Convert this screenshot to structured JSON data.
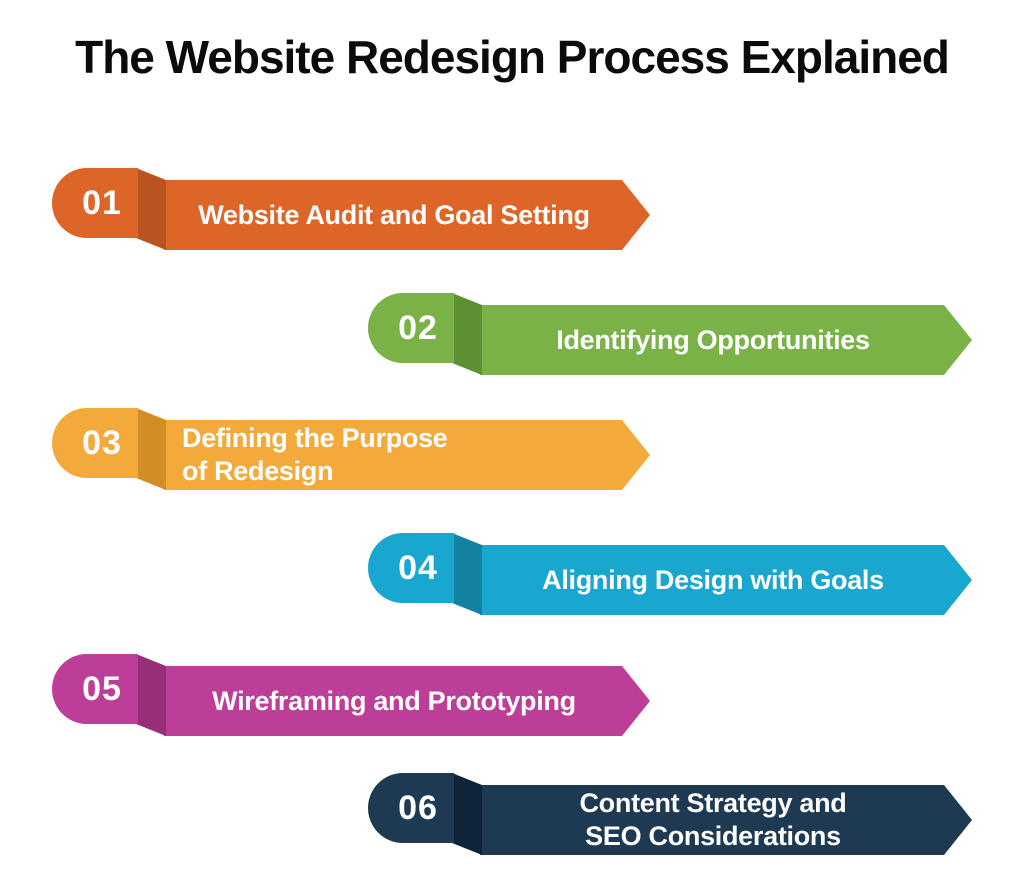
{
  "title": "The Website Redesign Process Explained",
  "background_color": "#FFFFFF",
  "title_color": "#0B0B0B",
  "text_color": "#FFFFFF",
  "steps": [
    {
      "number": "01",
      "label_lines": [
        "Website Audit and Goal Setting"
      ],
      "color": "#DD6527",
      "fold_color": "#B9531F"
    },
    {
      "number": "02",
      "label_lines": [
        "Identifying Opportunities"
      ],
      "color": "#7AB248",
      "fold_color": "#5C9033"
    },
    {
      "number": "03",
      "label_lines": [
        "Defining the Purpose",
        "of Redesign"
      ],
      "color": "#F3AA3B",
      "fold_color": "#D28E25"
    },
    {
      "number": "04",
      "label_lines": [
        "Aligning Design with Goals"
      ],
      "color": "#19A6CF",
      "fold_color": "#1381A2"
    },
    {
      "number": "05",
      "label_lines": [
        "Wireframing and Prototyping"
      ],
      "color": "#BD3E98",
      "fold_color": "#962F78"
    },
    {
      "number": "06",
      "label_lines": [
        "Content Strategy and",
        "SEO Considerations"
      ],
      "color": "#1D3A52",
      "fold_color": "#0F2537"
    }
  ]
}
